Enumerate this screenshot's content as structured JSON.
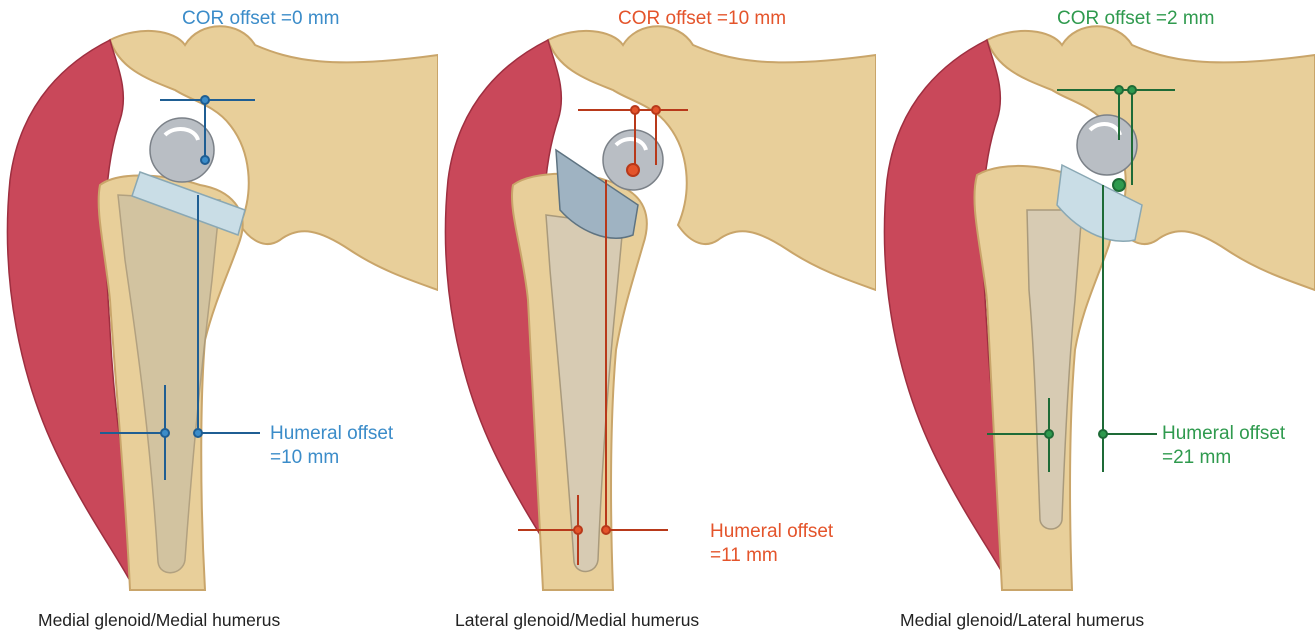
{
  "colors": {
    "blue": "#3b8cc9",
    "red": "#e4542b",
    "green": "#2f9a4e",
    "bone": "#e8cf9a",
    "bone_shadow": "#c9a56a",
    "muscle": "#c9485a",
    "metal": "#b9bec4"
  },
  "panels": [
    {
      "cor_label": "COR offset =0 mm",
      "humeral_label_line1": "Humeral offset",
      "humeral_label_line2": "=10 mm",
      "caption": "Medial glenoid/Medial humerus"
    },
    {
      "cor_label": "COR offset =10 mm",
      "humeral_label_line1": "Humeral offset",
      "humeral_label_line2": "=11 mm",
      "caption": "Lateral glenoid/Medial humerus"
    },
    {
      "cor_label": "COR offset =2 mm",
      "humeral_label_line1": "Humeral offset",
      "humeral_label_line2": "=21 mm",
      "caption": "Medial glenoid/Lateral humerus"
    }
  ]
}
